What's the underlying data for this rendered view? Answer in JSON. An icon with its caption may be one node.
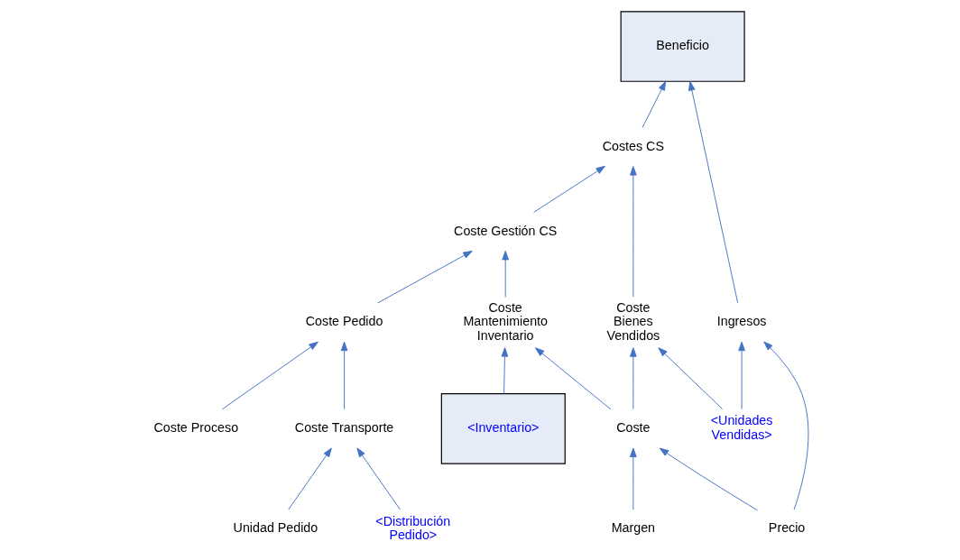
{
  "diagram": {
    "nodes": [
      {
        "text": [
          "Beneficio"
        ]
      },
      {
        "text": [
          "Costes CS"
        ]
      },
      {
        "text": [
          "Ingresos"
        ]
      },
      {
        "text": [
          "Coste Gestión CS"
        ]
      },
      {
        "text": [
          "Coste Bienes Vendidos"
        ]
      },
      {
        "text": [
          "<Unidades Vendidas>"
        ]
      },
      {
        "text": [
          "Precio"
        ]
      },
      {
        "text": [
          "Coste Pedido"
        ]
      },
      {
        "text": [
          "Coste Mantenimiento Inventario"
        ]
      },
      {
        "text": [
          "Coste Proceso"
        ]
      },
      {
        "text": [
          "Coste Transporte"
        ]
      },
      {
        "text": [
          "<Inventario>"
        ]
      },
      {
        "text": [
          "Coste"
        ]
      },
      {
        "text": [
          "Unidad Pedido"
        ]
      },
      {
        "text": [
          "<Distribución Pedido>"
        ]
      },
      {
        "text": [
          "Margen"
        ]
      }
    ],
    "edges": [
      {
        "from": 1,
        "to": 0,
        "arrow": "to"
      },
      {
        "from": 2,
        "to": 0,
        "arrow": "to"
      },
      {
        "from": 3,
        "to": 1,
        "arrow": "to"
      },
      {
        "from": 4,
        "to": 1,
        "arrow": "to"
      },
      {
        "from": 5,
        "to": 2,
        "arrow": "to"
      },
      {
        "from": 6,
        "to": 2,
        "arrow": "to"
      },
      {
        "from": 7,
        "to": 3,
        "arrow": "to"
      },
      {
        "from": 8,
        "to": 3,
        "arrow": "to"
      },
      {
        "from": 5,
        "to": 4,
        "arrow": "to"
      },
      {
        "from": 12,
        "to": 4,
        "arrow": "to"
      },
      {
        "from": 9,
        "to": 7,
        "arrow": "to"
      },
      {
        "from": 10,
        "to": 7,
        "arrow": "to"
      },
      {
        "from": 11,
        "to": 8,
        "arrow": "to"
      },
      {
        "from": 12,
        "to": 8,
        "arrow": "to"
      },
      {
        "from": 6,
        "to": 12,
        "arrow": "to"
      },
      {
        "from": 13,
        "to": 10,
        "arrow": "to"
      },
      {
        "from": 14,
        "to": 10,
        "arrow": "to"
      },
      {
        "from": 15,
        "to": 12,
        "arrow": "to"
      }
    ]
  }
}
